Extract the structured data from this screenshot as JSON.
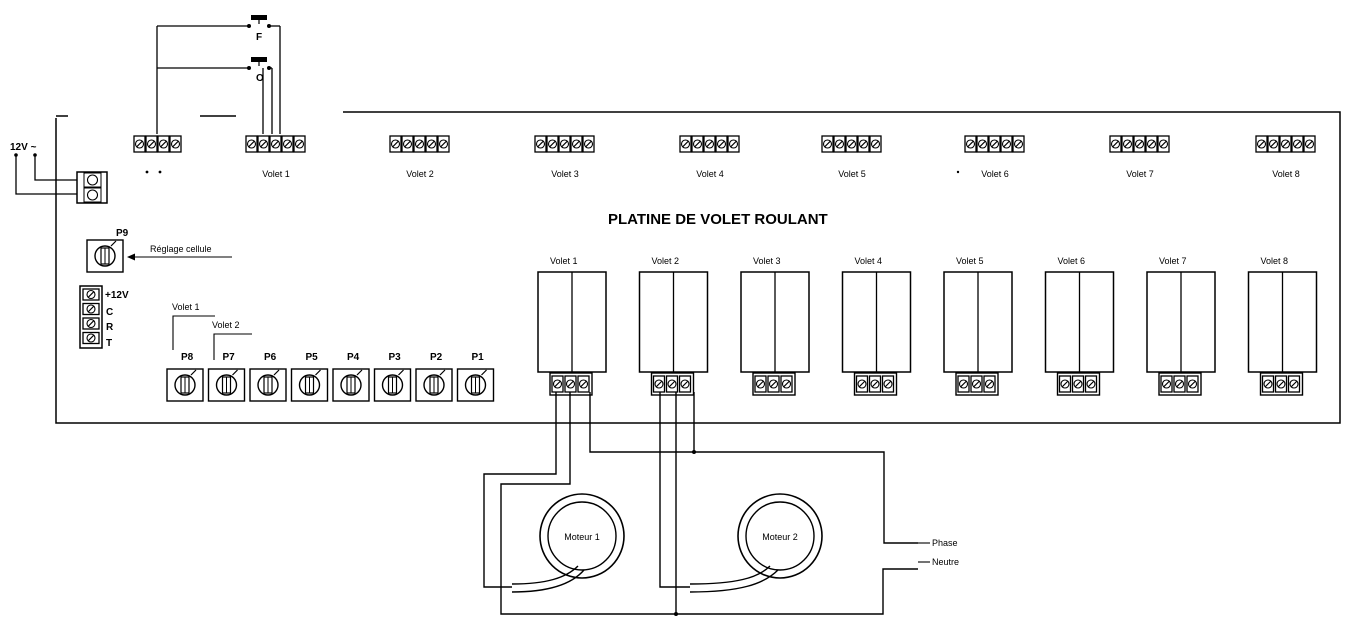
{
  "supply": {
    "label": "12V ~"
  },
  "switches": [
    {
      "label": "F"
    },
    {
      "label": "O"
    }
  ],
  "board": {
    "title": "PLATINE DE VOLET ROULANT",
    "top_terminal_labels": [
      "Volet 1",
      "Volet 2",
      "Volet 3",
      "Volet 4",
      "Volet 5",
      "Volet 6",
      "Volet 7",
      "Volet 8"
    ],
    "cell_pot": {
      "label": "P9",
      "caption": "Réglage cellule"
    },
    "sensor_terminal_labels": [
      "+12V",
      "C",
      "R",
      "T"
    ],
    "pot_callouts": [
      "Volet 1",
      "Volet 2"
    ],
    "pot_labels": [
      "P8",
      "P7",
      "P6",
      "P5",
      "P4",
      "P3",
      "P2",
      "P1"
    ],
    "relay_labels": [
      "Volet 1",
      "Volet 2",
      "Volet 3",
      "Volet 4",
      "Volet 5",
      "Volet 6",
      "Volet 7",
      "Volet 8"
    ]
  },
  "motors": [
    {
      "label": "Moteur 1"
    },
    {
      "label": "Moteur 2"
    }
  ],
  "mains": {
    "phase": "Phase",
    "neutral": "Neutre"
  },
  "colors": {
    "ink": "#000000",
    "paper": "#ffffff"
  }
}
